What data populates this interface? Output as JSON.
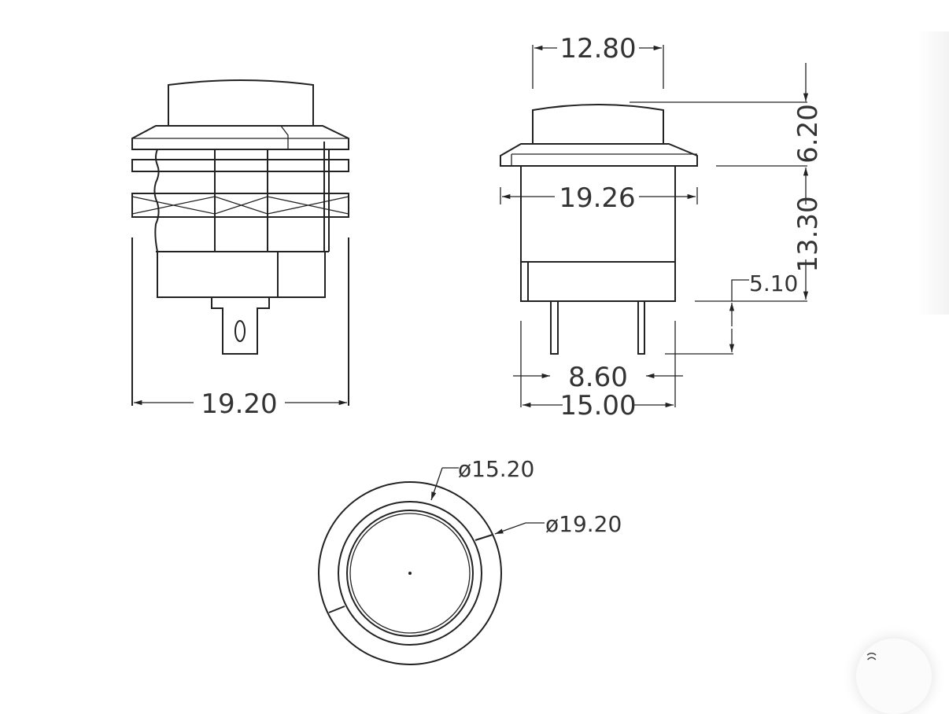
{
  "drawing": {
    "front_view": {
      "width_label": "19.20",
      "terminal_mark": "0"
    },
    "side_view": {
      "button_width_label": "12.80",
      "flange_width_label": "19.26",
      "button_height_label": "6.20",
      "body_height_label": "13.30",
      "pin_length_label": "5.10",
      "pin_spacing_label": "8.60",
      "body_width_label": "15.00"
    },
    "top_view": {
      "inner_diameter_label": "ø15.20",
      "outer_diameter_label": "ø19.20"
    }
  },
  "overlay": {
    "fab_icon": "swirl-icon"
  }
}
